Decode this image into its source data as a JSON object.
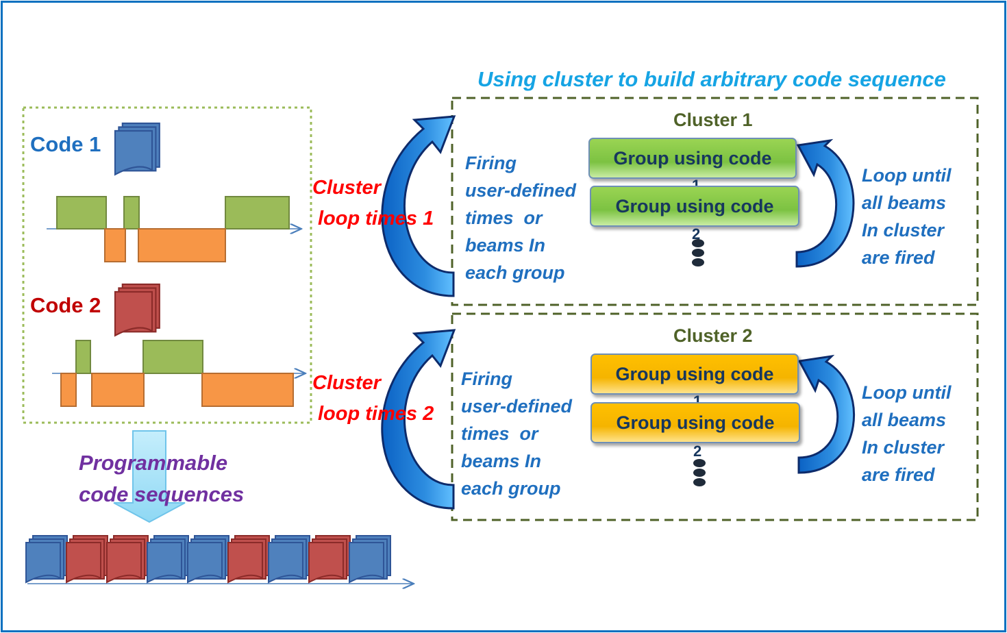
{
  "title": "Using cluster to build arbitrary code sequence",
  "left_panel": {
    "code1_label": "Code 1",
    "code2_label": "Code 2",
    "programmable_line1": "Programmable",
    "programmable_line2": "code sequences",
    "sequence": [
      "blue",
      "red",
      "red",
      "blue",
      "blue",
      "red",
      "blue",
      "red",
      "blue"
    ]
  },
  "loop_labels": {
    "cluster1_line1": "Cluster",
    "cluster1_line2": "loop times 1",
    "cluster2_line1": "Cluster",
    "cluster2_line2": "loop times 2"
  },
  "clusters": [
    {
      "title": "Cluster 1",
      "groups": [
        "Group using code",
        "Group using code"
      ],
      "group_numbers": [
        "1",
        "2"
      ],
      "firing_text": [
        "Firing",
        "user-defined",
        "times  or",
        "beams In",
        "each group"
      ],
      "loop_text": [
        "Loop until",
        "all beams",
        "In cluster",
        "are fired"
      ]
    },
    {
      "title": "Cluster 2",
      "groups": [
        "Group using code",
        "Group using code"
      ],
      "group_numbers": [
        "1",
        "2"
      ],
      "firing_text": [
        "Firing",
        "user-defined",
        "times  or",
        "beams In",
        "each group"
      ],
      "loop_text": [
        "Loop until",
        "all beams",
        "In cluster",
        "are fired"
      ]
    }
  ],
  "colors": {
    "frame": "#0a70c0",
    "title": "#16a4e4",
    "code1": "#1f6fbf",
    "code2": "#c00000",
    "pulse_high": "#9bbb59",
    "pulse_low": "#f79646",
    "cluster1_group": "#92d050",
    "cluster2_group": "#ffc000",
    "loop_text": "#ff0000",
    "programmable": "#7030a0"
  }
}
